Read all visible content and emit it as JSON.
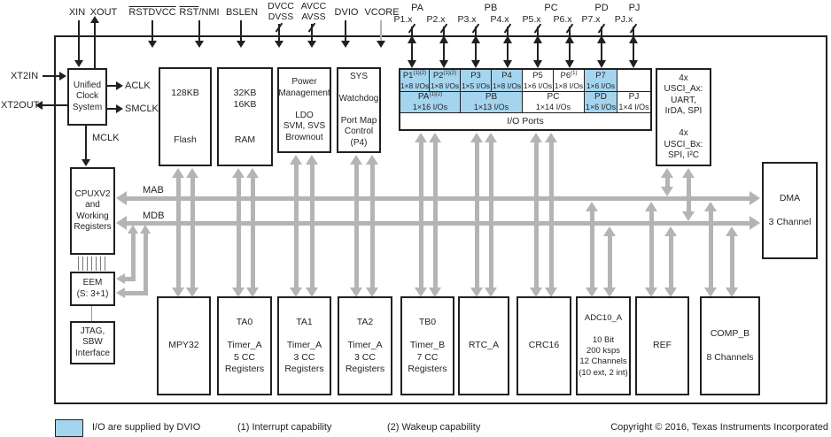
{
  "top_pins": {
    "xin": "XIN",
    "xout": "XOUT",
    "rstdvcc": "RSTDVCC",
    "rst": "RST",
    "nmi": "/NMI",
    "bslen": "BSLEN",
    "dvcc_dvss": "DVCC\nDVSS",
    "avcc_avss": "AVCC\nAVSS",
    "dvio": "DVIO",
    "vcore": "VCORE"
  },
  "port_groups": [
    {
      "label": "PA",
      "pins": [
        "P1.x",
        "P2.x"
      ]
    },
    {
      "label": "PB",
      "pins": [
        "P3.x",
        "P4.x"
      ]
    },
    {
      "label": "PC",
      "pins": [
        "P5.x",
        "P6.x"
      ]
    },
    {
      "label": "PD",
      "pins": [
        "P7.x"
      ]
    },
    {
      "label": "PJ",
      "pins": [
        "PJ.x"
      ]
    }
  ],
  "left_pins": {
    "xt2in": "XT2IN",
    "xt2out": "XT2OUT"
  },
  "clock_signals": {
    "aclk": "ACLK",
    "smclk": "SMCLK",
    "mclk": "MCLK"
  },
  "buses": {
    "mab": "MAB",
    "mdb": "MDB"
  },
  "blocks": {
    "ucs": "Unified\nClock\nSystem",
    "flash": "128KB\n\n\n\nFlash",
    "ram": "32KB\n16KB\n\n\nRAM",
    "pmm": "Power\nManagement\n\nLDO\nSVM, SVS\nBrownout",
    "sys": "SYS\n\nWatchdog\n\nPort Map\nControl\n(P4)",
    "usci": "4x\nUSCI_Ax:\nUART,\nIrDA, SPI\n\n4x\nUSCI_Bx:\nSPI, I²C",
    "dma": "DMA\n\n3 Channel",
    "cpu": "CPUXV2\nand\nWorking\nRegisters",
    "eem": "EEM\n(S: 3+1)",
    "jtag": "JTAG,\nSBW\nInterface",
    "mpy32": "MPY32",
    "ta0": "TA0\n\nTimer_A\n5 CC\nRegisters",
    "ta1": "TA1\n\nTimer_A\n3 CC\nRegisters",
    "ta2": "TA2\n\nTimer_A\n3 CC\nRegisters",
    "tb0": "TB0\n\nTimer_B\n7 CC\nRegisters",
    "rtc": "RTC_A",
    "crc": "CRC16",
    "adc": "ADC10_A\n\n10 Bit\n200 ksps\n12 Channels\n(10 ext, 2 int)",
    "ref": "REF",
    "comp": "COMP_B\n\n8 Channels"
  },
  "io_ports": {
    "title": "I/O Ports",
    "row1": [
      {
        "name": "P1",
        "sup": "(1)(2)",
        "ios": "1×8 I/Os",
        "blue": true
      },
      {
        "name": "P2",
        "sup": "(1)(2)",
        "ios": "1×8 I/Os",
        "blue": true
      },
      {
        "name": "P3",
        "sup": "",
        "ios": "1×5 I/Os",
        "blue": true
      },
      {
        "name": "P4",
        "sup": "",
        "ios": "1×8 I/Os",
        "blue": true
      },
      {
        "name": "P5",
        "sup": "",
        "ios": "1×6 I/Os",
        "blue": false
      },
      {
        "name": "P6",
        "sup": "(1)",
        "ios": "1×8 I/Os",
        "blue": false
      },
      {
        "name": "P7",
        "sup": "",
        "ios": "1×6 I/Os",
        "blue": true
      },
      {
        "name": "",
        "sup": "",
        "ios": "",
        "blue": false
      }
    ],
    "row2": [
      {
        "name": "PA",
        "sup": "(1)(2)",
        "ios": "1×16 I/Os",
        "blue": true
      },
      {
        "name": "PB",
        "sup": "",
        "ios": "1×13 I/Os",
        "blue": true
      },
      {
        "name": "PC",
        "sup": "",
        "ios": "1×14 I/Os",
        "blue": false
      },
      {
        "name": "PD",
        "sup": "",
        "ios": "1×6 I/Os",
        "blue": true
      },
      {
        "name": "PJ",
        "sup": "",
        "ios": "1×4 I/Os",
        "blue": false
      }
    ]
  },
  "legend": {
    "swatch_label": "I/O are supplied by DVIO",
    "note1": "(1) Interrupt capability",
    "note2": "(2) Wakeup capability",
    "copyright": "Copyright © 2016, Texas Instruments Incorporated"
  },
  "colors": {
    "highlight_blue": "#a5d5ee",
    "bus_gray": "#b4b4b4",
    "line_black": "#231f20"
  }
}
